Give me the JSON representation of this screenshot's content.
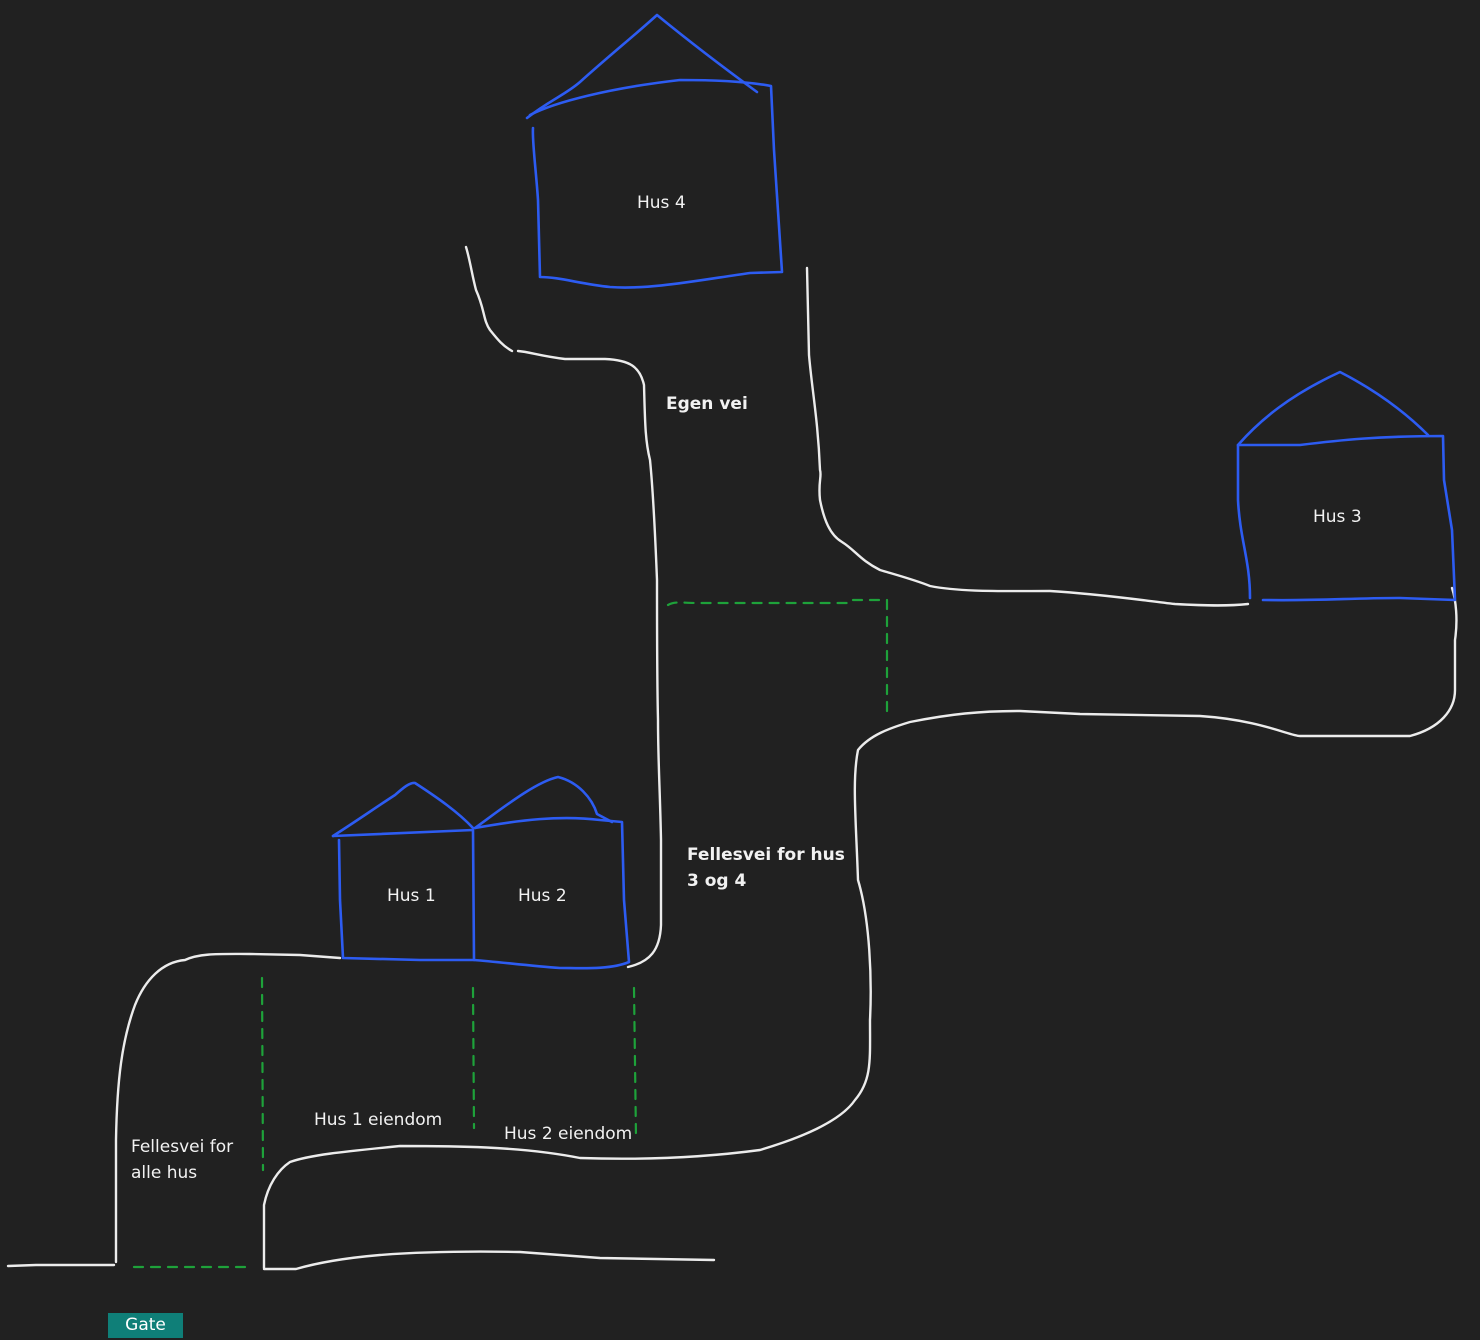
{
  "houses": {
    "hus1": "Hus 1",
    "hus2": "Hus 2",
    "hus3": "Hus 3",
    "hus4": "Hus 4"
  },
  "roads": {
    "egen_vei": "Egen vei",
    "fellesvei_hus_3_4_line1": "Fellesvei for hus",
    "fellesvei_hus_3_4_line2": "3 og 4",
    "fellesvei_alle_line1": "Fellesvei for",
    "fellesvei_alle_line2": "alle hus"
  },
  "properties": {
    "hus1_eiendom": "Hus 1 eiendom",
    "hus2_eiendom": "Hus 2 eiendom"
  },
  "gate_button": "Gate",
  "colors": {
    "background": "#212121",
    "road_line": "#ececec",
    "house_outline": "#2d5cf2",
    "property_boundary": "#1ea23a",
    "gate_button": "#0f7f78"
  }
}
